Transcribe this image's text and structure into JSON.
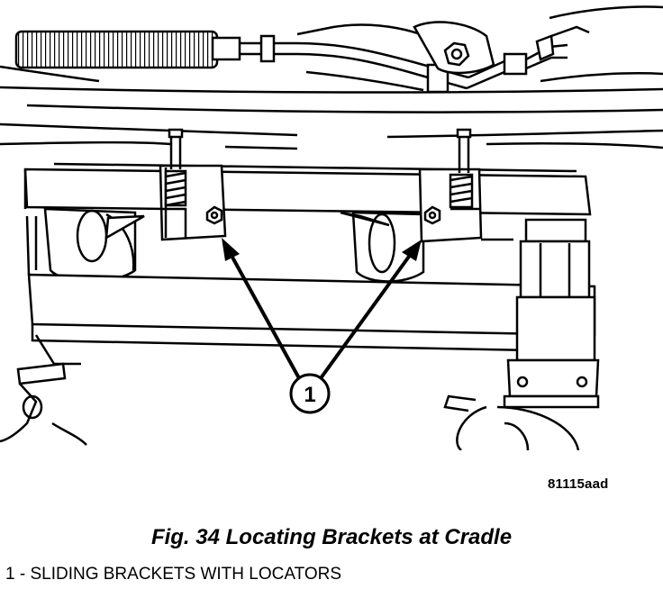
{
  "figure": {
    "callout_number": "1",
    "image_id": "81115aad",
    "caption": "Fig. 34 Locating Brackets at Cradle",
    "legend": "1 - SLIDING BRACKETS WITH LOCATORS"
  }
}
